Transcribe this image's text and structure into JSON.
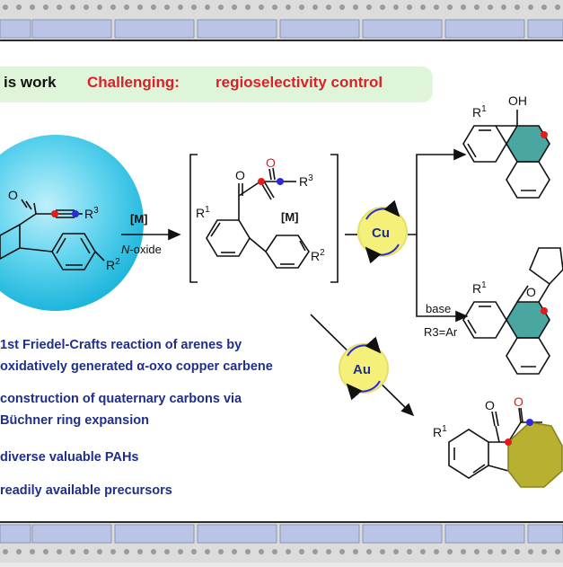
{
  "banner": {
    "label": "is work",
    "challenge": "Challenging:",
    "topic": "regioselectivity control"
  },
  "substituents": {
    "r1": "R",
    "r1_sup": "1",
    "r2": "R",
    "r2_sup": "2",
    "r3": "R",
    "r3_sup": "3",
    "oxygen": "O",
    "hydroxyl": "OH",
    "metal": "[M]"
  },
  "conditions": {
    "catalyst": "[M]",
    "oxidant_italic": "N",
    "oxidant_rest": "-oxide",
    "copper": "Cu",
    "gold": "Au",
    "base": "base",
    "r3_condition": "R3=Ar"
  },
  "bullets": [
    "1st Friedel-Crafts reaction of arenes by",
    "oxidatively generated α-oxo copper carbene",
    "construction of quaternary carbons via",
    "Büchner ring expansion",
    "diverse valuable PAHs",
    "readily available precursors"
  ],
  "colors": {
    "banner_bg": "#dff5d9",
    "label": "#111111",
    "challenge": "#d8212a",
    "bullet_text": "#1f2f8a",
    "cyan_sphere": "#5fd3ee",
    "yellow_circle": "#f4f07a",
    "teal_ring": "#4aa6a0",
    "olive_ring": "#b8b030",
    "red_atom": "#e41c1c",
    "blue_atom": "#2a2ad8"
  }
}
